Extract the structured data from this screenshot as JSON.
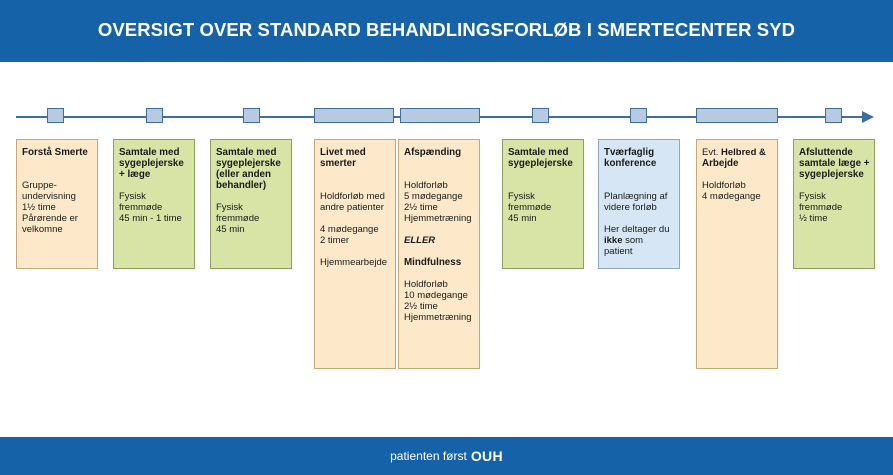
{
  "header": {
    "title": "OVERSIGT OVER STANDARD BEHANDLINGSFORLØB I SMERTECENTER SYD"
  },
  "footer": {
    "text": "patienten først",
    "brand": "OUH"
  },
  "colors": {
    "header_blue": "#1562a8",
    "timeline": "#3f6d9e",
    "marker_fill": "#b6cbe2",
    "orange": "#fde9c9",
    "green": "#d7e4a6",
    "blue": "#d6e6f4"
  },
  "cards": {
    "c1": {
      "title": "Forstå Smerte",
      "l1": "Gruppe-",
      "l2": "undervisning",
      "l3": "1½ time",
      "l4": "Pårørende er",
      "l5": "velkomne"
    },
    "c2": {
      "t1": "Samtale med",
      "t2": "sygeplejerske",
      "t3": "+ læge",
      "l1": "Fysisk",
      "l2": "fremmøde",
      "l3": "45 min - 1 time"
    },
    "c3": {
      "t1": "Samtale med",
      "t2": "sygeplejerske",
      "t3": "(eller anden",
      "t4": "behandler)",
      "l1": "Fysisk",
      "l2": "fremmøde",
      "l3": "45 min"
    },
    "c4": {
      "t1": "Livet med",
      "t2": "smerter",
      "l1": "Holdforløb med",
      "l2": "andre patienter",
      "l3": "4 mødegange",
      "l4": "2 timer",
      "l5": "Hjemmearbejde"
    },
    "c5": {
      "title": "Afspænding",
      "l1": "Holdforløb",
      "l2": "5 mødegange",
      "l3": "2½ time",
      "l4": "Hjemmetræning",
      "or": "ELLER",
      "title2": "Mindfulness",
      "m1": "Holdforløb",
      "m2": "10 mødegange",
      "m3": "2½ time",
      "m4": "Hjemmetræning"
    },
    "c6": {
      "t1": "Samtale med",
      "t2": "sygeplejerske",
      "l1": "Fysisk",
      "l2": "fremmøde",
      "l3": "45 min"
    },
    "c7": {
      "t1": "Tværfaglig",
      "t2": "konference",
      "l1": "Planlægning af",
      "l2": "videre forløb",
      "l3": "Her deltager du",
      "l4a": "",
      "l4b": "ikke",
      "l4c": " som",
      "l5": "patient"
    },
    "c8": {
      "t1a": "Evt. ",
      "t1b": "Helbred &",
      "t2": "Arbejde",
      "l1": "Holdforløb",
      "l2": "4 mødegange"
    },
    "c9": {
      "t1": "Afsluttende",
      "t2": "samtale læge +",
      "t3": "sygeplejerske",
      "l1": "Fysisk",
      "l2": "fremmøde",
      "l3": "½ time"
    }
  }
}
